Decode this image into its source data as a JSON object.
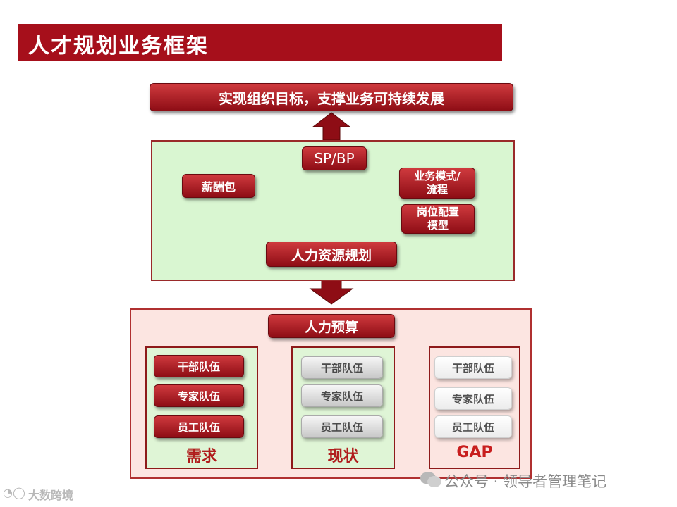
{
  "title": "人才规划业务框架",
  "goal": "实现组织目标，支撑业务可持续发展",
  "sp_bp": "SP/BP",
  "xinchou": "薪酬包",
  "yewu_line1": "业务模式/",
  "yewu_line2": "流程",
  "gangwei_line1": "岗位配置",
  "gangwei_line2": "模型",
  "hr_planning": "人力资源规划",
  "budget": "人力预算",
  "columns": [
    {
      "label": "需求",
      "items": [
        "干部队伍",
        "专家队伍",
        "员工队伍"
      ]
    },
    {
      "label": "现状",
      "items": [
        "干部队伍",
        "专家队伍",
        "员工队伍"
      ]
    },
    {
      "label": "GAP",
      "items": [
        "干部队伍",
        "专家队伍",
        "员工队伍"
      ]
    }
  ],
  "watermark": "公众号 · 领导者管理笔记",
  "logo": "大数跨境",
  "colors": {
    "dark_red": "#a60f1b",
    "green_bg": "#d9f6d1",
    "pink_bg": "#fce5e1",
    "arrow_green": "#2f6b12"
  }
}
